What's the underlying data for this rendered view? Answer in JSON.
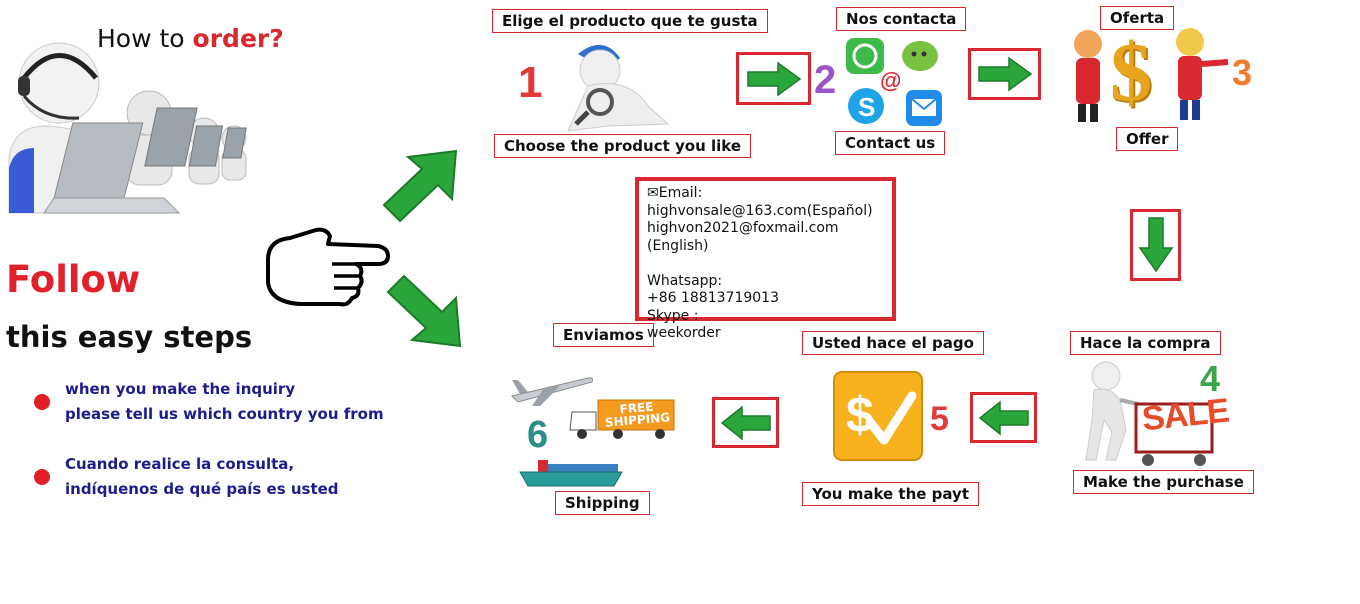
{
  "header": {
    "title_prefix": "How to ",
    "title_highlight": "order?"
  },
  "intro": {
    "follow": "Follow",
    "easy_steps": "this easy steps",
    "notes": [
      {
        "line1": "when you make the inquiry",
        "line2": "please tell us which country you from"
      },
      {
        "line1": "Cuando realice la consulta,",
        "line2": "indíquenos de qué país es usted"
      }
    ]
  },
  "steps": [
    {
      "number": "1",
      "label_es": "Elige el producto que te gusta",
      "label_en": "Choose the product you like"
    },
    {
      "number": "2",
      "label_es": "Nos contacta",
      "label_en": "Contact us"
    },
    {
      "number": "3",
      "label_es": "Oferta",
      "label_en": "Offer"
    },
    {
      "number": "4",
      "label_es": "Hace la compra",
      "label_en": "Make the purchase"
    },
    {
      "number": "5",
      "label_es": "Usted hace el pago",
      "label_en": "You make the payt"
    },
    {
      "number": "6",
      "label_es": "Enviamos",
      "label_en": "Shipping"
    }
  ],
  "contact_box": {
    "email_title": "✉Email:",
    "email_es": "highvonsale@163.com(Español)",
    "email_en": "highvon2021@foxmail.com (English)",
    "whatsapp_title": "Whatsapp:",
    "whatsapp_number": "+86 18813719013",
    "skype_title": "Skype :",
    "skype_id": "weekorder"
  },
  "graphics": {
    "sale_text": "SALE",
    "free_shipping_text": "FREE SHIPPING",
    "offer_symbol": "$"
  },
  "colors": {
    "accent_red": "#d9282f",
    "arrow_green": "#2aa63a",
    "note_blue": "#1c1c8c"
  }
}
